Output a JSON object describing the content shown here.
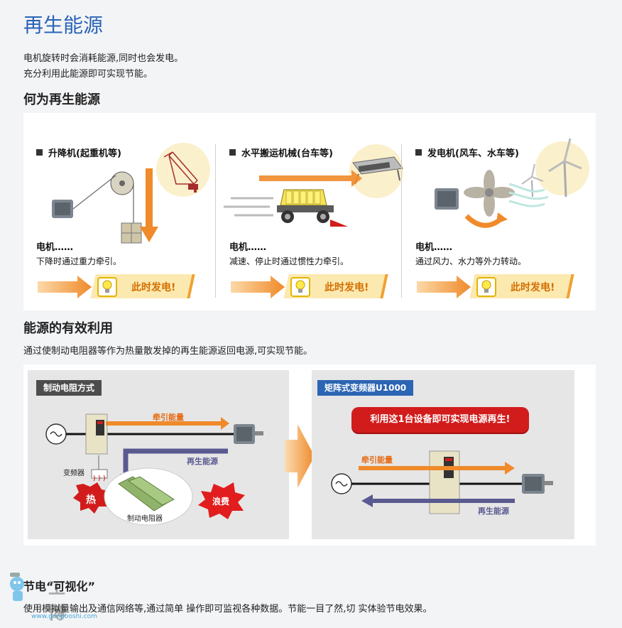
{
  "page": {
    "title": "再生能源",
    "intro_lines": [
      "电机旋转时会消耗能源,同时也会发电。",
      "充分利用此能源即可实现节能。"
    ]
  },
  "section1": {
    "heading": "何为再生能源",
    "columns": [
      {
        "title": "升降机(起重机等)",
        "motor_label": "电机……",
        "desc": "下降时通过重力牵引。",
        "banner": "此时发电!"
      },
      {
        "title": "水平搬运机械(台车等)",
        "motor_label": "电机……",
        "desc": "减速、停止时通过惯性力牵引。",
        "banner": "此时发电!"
      },
      {
        "title": "发电机(风车、水车等)",
        "motor_label": "电机……",
        "desc": "通过风力、水力等外力转动。",
        "banner": "此时发电!"
      }
    ]
  },
  "section2": {
    "heading": "能源的有效利用",
    "text": "通过使制动电阻器等作为热量散发掉的再生能源返回电源,可实现节能。",
    "left": {
      "tag": "制动电阻方式",
      "traction": "牵引能量",
      "regen": "再生能源",
      "inverter": "变频器",
      "heat": "热",
      "resistor": "制动电阻器",
      "waste": "浪费"
    },
    "right": {
      "tag": "矩阵式变频器U1000",
      "pill": "利用这1台设备即可实现电源再生!",
      "traction": "牵引能量",
      "regen": "再生能源"
    }
  },
  "section3": {
    "heading": "节电“可视化”",
    "text": "使用模拟量输出及通信网络等,通过简单 操作即可监视各种数据。节能一目了然,切 实体验节电效果。"
  },
  "logo": {
    "url": "www.gongboshi.com",
    "brand": "工博士"
  },
  "colors": {
    "title_blue": "#2a63b8",
    "orange": "#f0a132",
    "red": "#d21c1c",
    "purple": "#5a5a91",
    "tag_blue": "#2b65b3"
  }
}
